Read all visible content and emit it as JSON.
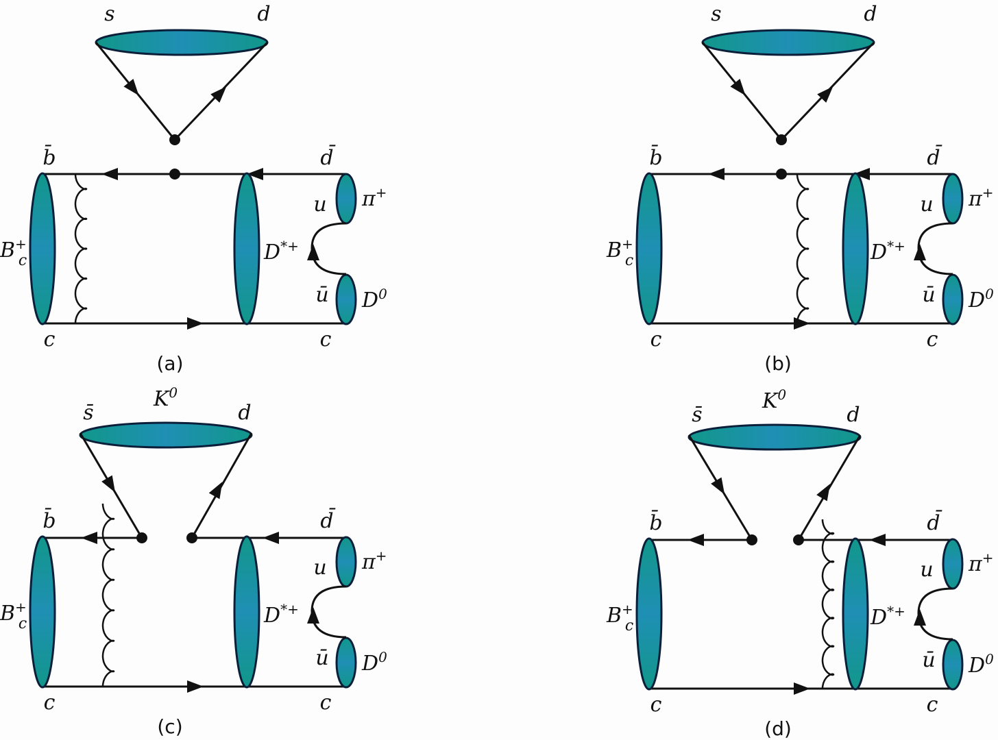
{
  "figure": {
    "colors": {
      "meson_fill": "#11978a",
      "meson_core": "#1f8fb4",
      "outline": "#0b1f3a",
      "line": "#111111"
    },
    "panels": [
      {
        "id": "a",
        "caption": "(a)",
        "top_left": "s",
        "top_right": "d",
        "top_meson": null,
        "b_bar": "b̄",
        "c_left": "c",
        "c_right": "c",
        "d_bar": "d̄",
        "u": "u",
        "u_bar": "ū",
        "Bc": {
          "base": "B",
          "sub": "c",
          "sup": "+"
        },
        "Dstar": {
          "base": "D",
          "sup": "*+"
        },
        "pi": {
          "base": "π",
          "sup": "+"
        },
        "D0": {
          "base": "D",
          "sup": "0"
        }
      },
      {
        "id": "b",
        "caption": "(b)",
        "top_left": "s",
        "top_right": "d",
        "top_meson": null,
        "b_bar": "b̄",
        "c_left": "c",
        "c_right": "c",
        "d_bar": "d̄",
        "u": "u",
        "u_bar": "ū",
        "Bc": {
          "base": "B",
          "sub": "c",
          "sup": "+"
        },
        "Dstar": {
          "base": "D",
          "sup": "*+"
        },
        "pi": {
          "base": "π",
          "sup": "+"
        },
        "D0": {
          "base": "D",
          "sup": "0"
        }
      },
      {
        "id": "c",
        "caption": "(c)",
        "top_left": "s̄",
        "top_right": "d",
        "top_meson": {
          "base": "K",
          "sup": "0"
        },
        "b_bar": "b̄",
        "c_left": "c",
        "c_right": "c",
        "d_bar": "d̄",
        "u": "u",
        "u_bar": "ū",
        "Bc": {
          "base": "B",
          "sub": "c",
          "sup": "+"
        },
        "Dstar": {
          "base": "D",
          "sup": "*+"
        },
        "pi": {
          "base": "π",
          "sup": "+"
        },
        "D0": {
          "base": "D",
          "sup": "0"
        }
      },
      {
        "id": "d",
        "caption": "(d)",
        "top_left": "s̄",
        "top_right": "d",
        "top_meson": {
          "base": "K",
          "sup": "0"
        },
        "b_bar": "b̄",
        "c_left": "c",
        "c_right": "c",
        "d_bar": "d̄",
        "u": "u",
        "u_bar": "ū",
        "Bc": {
          "base": "B",
          "sub": "c",
          "sup": "+"
        },
        "Dstar": {
          "base": "D",
          "sup": "*+"
        },
        "pi": {
          "base": "π",
          "sup": "+"
        },
        "D0": {
          "base": "D",
          "sup": "0"
        }
      }
    ]
  }
}
